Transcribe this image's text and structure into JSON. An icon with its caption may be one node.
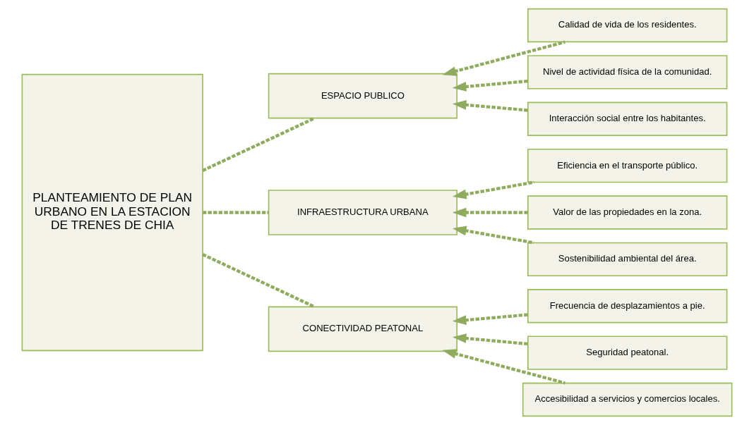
{
  "diagram": {
    "nodes": [
      {
        "text": [
          "PLANTEAMIENTO DE PLAN URBANO EN LA ESTACION DE TRENES DE CHIA"
        ]
      },
      {
        "text": [
          "ESPACIO PUBLICO"
        ]
      },
      {
        "text": [
          "Calidad de vida de los residentes."
        ]
      },
      {
        "text": [
          "Nivel de actividad física de la comunidad."
        ]
      },
      {
        "text": [
          "Interacción social entre los habitantes."
        ]
      },
      {
        "text": [
          "INFRAESTRUCTURA URBANA"
        ]
      },
      {
        "text": [
          "Eficiencia en el transporte público."
        ]
      },
      {
        "text": [
          "Valor de las propiedades en la zona."
        ]
      },
      {
        "text": [
          "Sostenibilidad ambiental del área."
        ]
      },
      {
        "text": [
          "CONECTIVIDAD PEATONAL"
        ]
      },
      {
        "text": [
          "Frecuencia de desplazamientos a pie."
        ]
      },
      {
        "text": [
          "Seguridad peatonal."
        ]
      },
      {
        "text": [
          "Accesibilidad a servicios y comercios locales."
        ]
      }
    ],
    "edges": [
      {
        "from": 0,
        "to": 1,
        "arrow": "none",
        "style": "dashed"
      },
      {
        "from": 0,
        "to": 5,
        "arrow": "none",
        "style": "dashed"
      },
      {
        "from": 0,
        "to": 9,
        "arrow": "none",
        "style": "dashed"
      },
      {
        "from": 2,
        "to": 1,
        "arrow": "to",
        "style": "dashed"
      },
      {
        "from": 3,
        "to": 1,
        "arrow": "to",
        "style": "dashed"
      },
      {
        "from": 4,
        "to": 1,
        "arrow": "to",
        "style": "dashed"
      },
      {
        "from": 6,
        "to": 5,
        "arrow": "to",
        "style": "dashed"
      },
      {
        "from": 7,
        "to": 5,
        "arrow": "to",
        "style": "dashed"
      },
      {
        "from": 8,
        "to": 5,
        "arrow": "to",
        "style": "dashed"
      },
      {
        "from": 10,
        "to": 9,
        "arrow": "to",
        "style": "dashed"
      },
      {
        "from": 11,
        "to": 9,
        "arrow": "to",
        "style": "dashed"
      },
      {
        "from": 12,
        "to": 9,
        "arrow": "to",
        "style": "dashed"
      }
    ]
  }
}
